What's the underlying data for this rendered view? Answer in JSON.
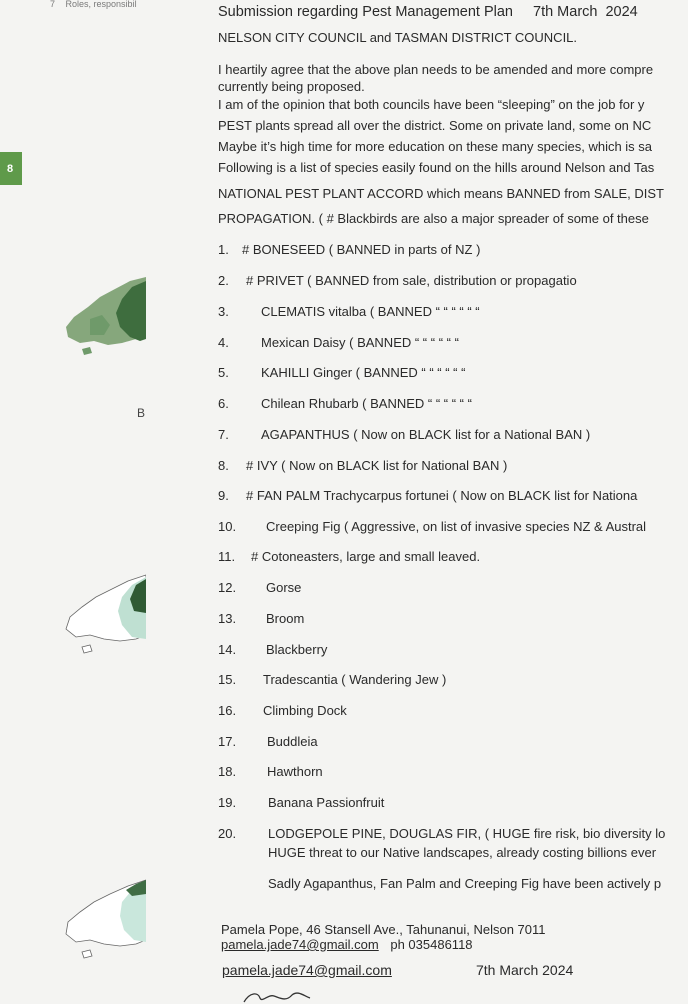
{
  "bleed": {
    "header_num": "7",
    "header_text": "Roles, responsibil",
    "tab_label": "8",
    "letter": "B"
  },
  "letter": {
    "title": "Submission regarding Pest Management Plan",
    "title_date": "7th March",
    "title_year": "2024",
    "councils": "NELSON CITY COUNCIL and TASMAN DISTRICT COUNCIL.",
    "paragraph": [
      "I heartily agree that the above plan needs to be amended and more compre",
      "currently being proposed.",
      "I am of the opinion that both councils have been “sleeping” on the job for y",
      "PEST plants spread all over the district. Some on private land, some on NC",
      "Maybe it’s high time for more education on these many species, which is sa",
      "Following is a list of species easily found on the hills around Nelson and Tas",
      "NATIONAL PEST PLANT ACCORD which means BANNED from SALE, DIST",
      "PROPAGATION.  ( #  Blackbirds are also a major spreader of some of these"
    ],
    "species": [
      {
        "num": "1.",
        "text": "#  BONESEED            ( BANNED  in parts of NZ  )"
      },
      {
        "num": "2.",
        "text": "#  PRIVET               ( BANNED from  sale,  distribution or propagatio"
      },
      {
        "num": "3.",
        "text": "CLEMATIS  vitalba     ( BANNED   “       “        “       “     “      “"
      },
      {
        "num": "4.",
        "text": "Mexican Daisy       ( BANNED   “       “         “       “      “      “"
      },
      {
        "num": "5.",
        "text": "KAHILLI  Ginger          ( BANNED   “        “          “       “       “      “"
      },
      {
        "num": "6.",
        "text": "Chilean Rhubarb   ( BANNED   “       “         “       “       “      “"
      },
      {
        "num": "7.",
        "text": "AGAPANTHUS          ( Now on BLACK list for a National BAN )"
      },
      {
        "num": "8.",
        "text": "#   IVY                         ( Now on BLACK list for National BAN )"
      },
      {
        "num": "9.",
        "text": "#   FAN PALM Trachycarpus fortunei    ( Now on BLACK list for Nationa"
      },
      {
        "num": "10.",
        "text": "Creeping Fig    ( Aggressive, on list of invasive species NZ & Austral"
      },
      {
        "num": "11.",
        "text": "#  Cotoneasters, large and small leaved."
      },
      {
        "num": "12.",
        "text": "Gorse"
      },
      {
        "num": "13.",
        "text": "Broom"
      },
      {
        "num": "14.",
        "text": "Blackberry"
      },
      {
        "num": "15.",
        "text": "Tradescantia  ( Wandering Jew )"
      },
      {
        "num": "16.",
        "text": "Climbing Dock"
      },
      {
        "num": "17.",
        "text": "Buddleia"
      },
      {
        "num": "18.",
        "text": "Hawthorn"
      },
      {
        "num": "19.",
        "text": "Banana  Passionfruit"
      },
      {
        "num": "20.",
        "text": "LODGEPOLE PINE, DOUGLAS FIR,  ( HUGE fire risk, bio diversity lo"
      }
    ],
    "item20_line2": "HUGE threat to our Native landscapes, already costing billions ever",
    "sadly": "Sadly Agapanthus, Fan Palm and Creeping Fig have been actively p",
    "address": "Pamela Pope, 46 Stansell Ave., Tahunanui, Nelson 7011",
    "email": "pamela.jade74@gmail.com",
    "phone": "ph 035486118",
    "footer_email": "pamela.jade74@gmail.com",
    "footer_date": "7th March 2024"
  }
}
